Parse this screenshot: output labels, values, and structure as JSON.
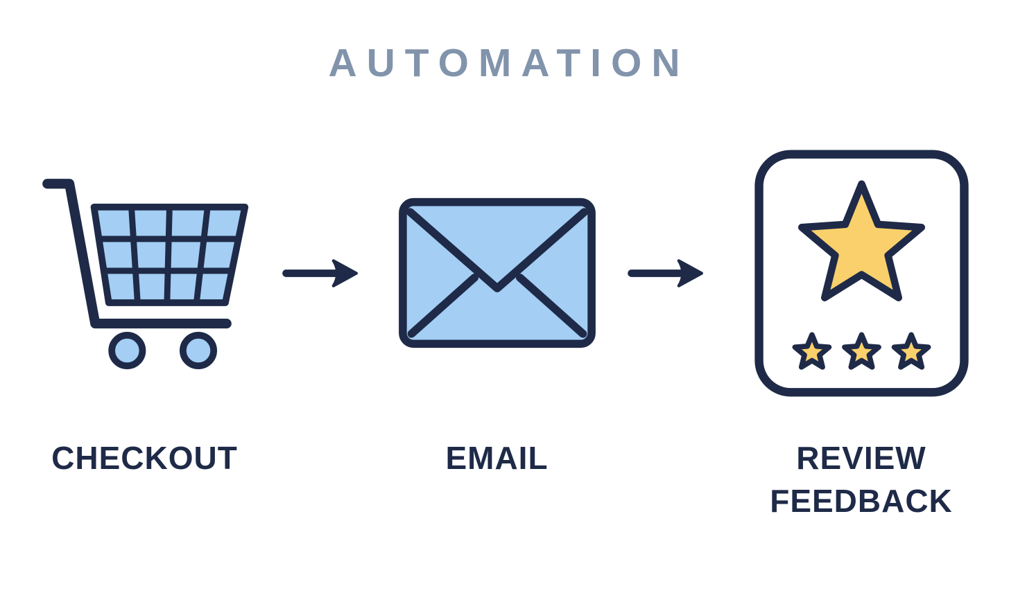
{
  "title": "AUTOMATION",
  "steps": [
    {
      "label": "CHECKOUT",
      "icon": "shopping-cart-icon"
    },
    {
      "label": "EMAIL",
      "icon": "email-envelope-icon"
    },
    {
      "label": "REVIEW FEEDBACK",
      "icon": "review-feedback-icon"
    }
  ],
  "connectors": [
    {
      "icon": "arrow-right-icon"
    },
    {
      "icon": "arrow-right-icon"
    }
  ],
  "colors": {
    "outline": "#1E2A47",
    "fill_blue": "#A4CEF4",
    "fill_yellow": "#F9D06B",
    "title_gray": "#8294AB",
    "background": "#FFFFFF"
  }
}
